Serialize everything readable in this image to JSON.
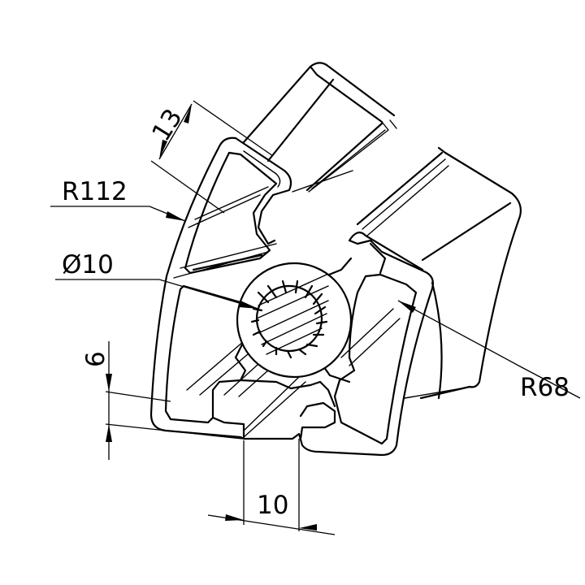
{
  "labels": {
    "width_top": "13",
    "outer_radius": "R112",
    "bore_diameter": "Ø10",
    "height_small": "6",
    "inner_radius": "R68",
    "slot_width": "10"
  }
}
